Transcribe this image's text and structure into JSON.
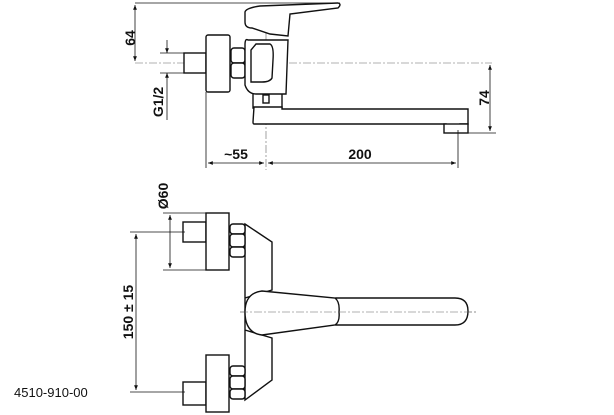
{
  "dimensions": {
    "height_top": "64",
    "thread": "G1/2",
    "spout_height": "74",
    "wall_offset": "~55",
    "spout_reach": "200",
    "flange_diameter": "Ø60",
    "center_distance": "150 ± 15"
  },
  "part_number": "4510-910-00"
}
